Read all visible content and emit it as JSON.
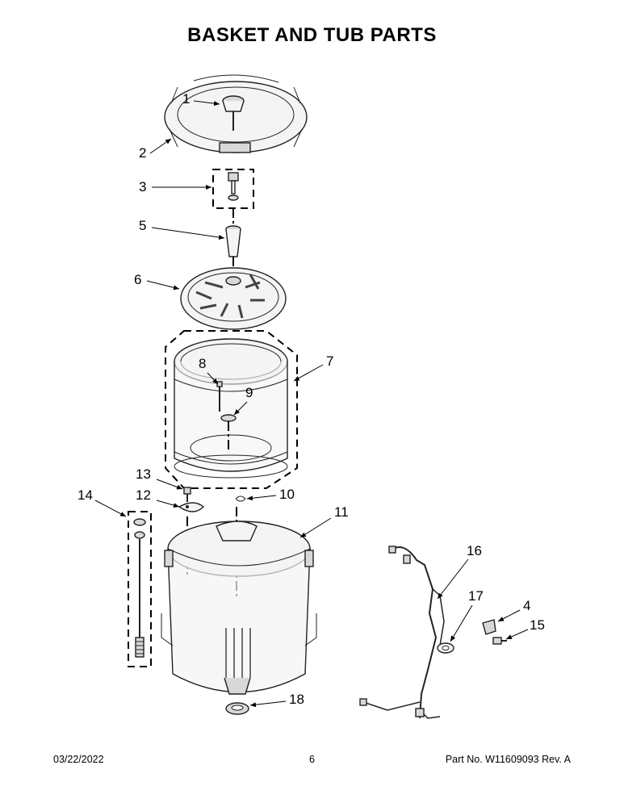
{
  "title": "BASKET AND TUB PARTS",
  "callouts": [
    "1",
    "2",
    "3",
    "4",
    "5",
    "6",
    "7",
    "8",
    "9",
    "10",
    "11",
    "12",
    "13",
    "14",
    "15",
    "16",
    "17",
    "18"
  ],
  "footer": {
    "date": "03/22/2022",
    "page": "6",
    "part_number": "Part No.  W11609093  Rev.  A"
  }
}
